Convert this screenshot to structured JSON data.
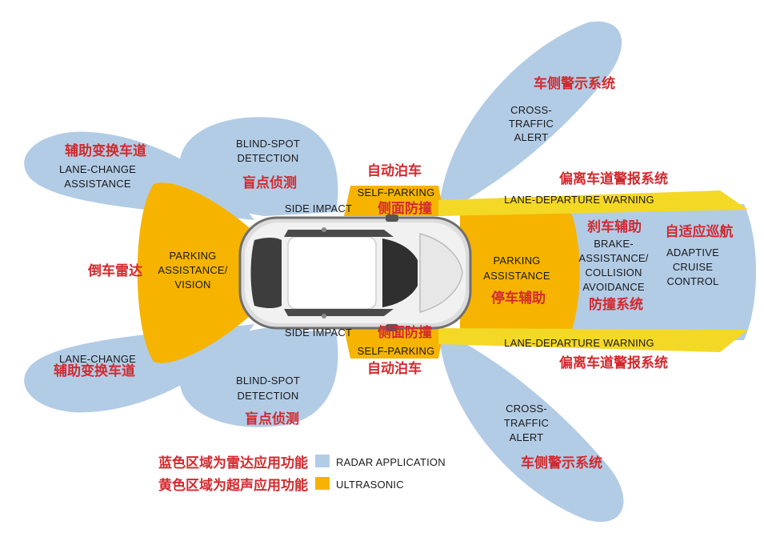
{
  "colors": {
    "radar": "#b2cce6",
    "ultrasonic": "#f6b400",
    "lane_departure": "#f4d826",
    "chinese_label": "#d3282d",
    "english_label": "#1a1a1a"
  },
  "labels": {
    "cross_traffic_top_zh": "车侧警示系统",
    "cross_traffic_top_en": [
      "CROSS-",
      "TRAFFIC",
      "ALERT"
    ],
    "lane_change_top_zh": "辅助变换车道",
    "lane_change_top_en": [
      "LANE-CHANGE",
      "ASSISTANCE"
    ],
    "blind_spot_top_en": [
      "BLIND-SPOT",
      "DETECTION"
    ],
    "blind_spot_top_zh": "盲点侦测",
    "self_parking_top_zh": "自动泊车",
    "self_parking_top_en": "SELF-PARKING",
    "side_impact_top_en": "SIDE IMPACT",
    "side_impact_top_zh": "侧面防撞",
    "lane_departure_top_zh": "偏离车道警报系统",
    "lane_departure_top_en": "LANE-DEPARTURE WARNING",
    "parking_rear_en": [
      "PARKING",
      "ASSISTANCE/",
      "VISION"
    ],
    "parking_rear_zh": "倒车雷达",
    "parking_front_en": [
      "PARKING",
      "ASSISTANCE"
    ],
    "parking_front_zh": "停车辅助",
    "brake_zh_top": "刹车辅助",
    "brake_en": [
      "BRAKE-",
      "ASSISTANCE/",
      "COLLISION",
      "AVOIDANCE"
    ],
    "brake_zh_bottom": "防撞系统",
    "acc_zh": "自适应巡航",
    "acc_en": [
      "ADAPTIVE",
      "CRUISE",
      "CONTROL"
    ],
    "side_impact_bottom_en": "SIDE IMPACT",
    "side_impact_bottom_zh": "侧面防撞",
    "self_parking_bottom_en": "SELF-PARKING",
    "self_parking_bottom_zh": "自动泊车",
    "lane_departure_bottom_en": "LANE-DEPARTURE WARNING",
    "lane_departure_bottom_zh": "偏离车道警报系统",
    "lane_change_bottom_en": "LANE-CHANGE",
    "lane_change_bottom_zh": "辅助变换车道",
    "blind_spot_bottom_en": [
      "BLIND-SPOT",
      "DETECTION"
    ],
    "blind_spot_bottom_zh": "盲点侦测",
    "cross_traffic_bottom_en": [
      "CROSS-",
      "TRAFFIC",
      "ALERT"
    ],
    "cross_traffic_bottom_zh": "车侧警示系统"
  },
  "legend": {
    "radar_zh": "蓝色区域为雷达应用功能",
    "radar_en": "RADAR APPLICATION",
    "ultrasonic_zh": "黄色区域为超声应用功能",
    "ultrasonic_en": "ULTRASONIC"
  }
}
